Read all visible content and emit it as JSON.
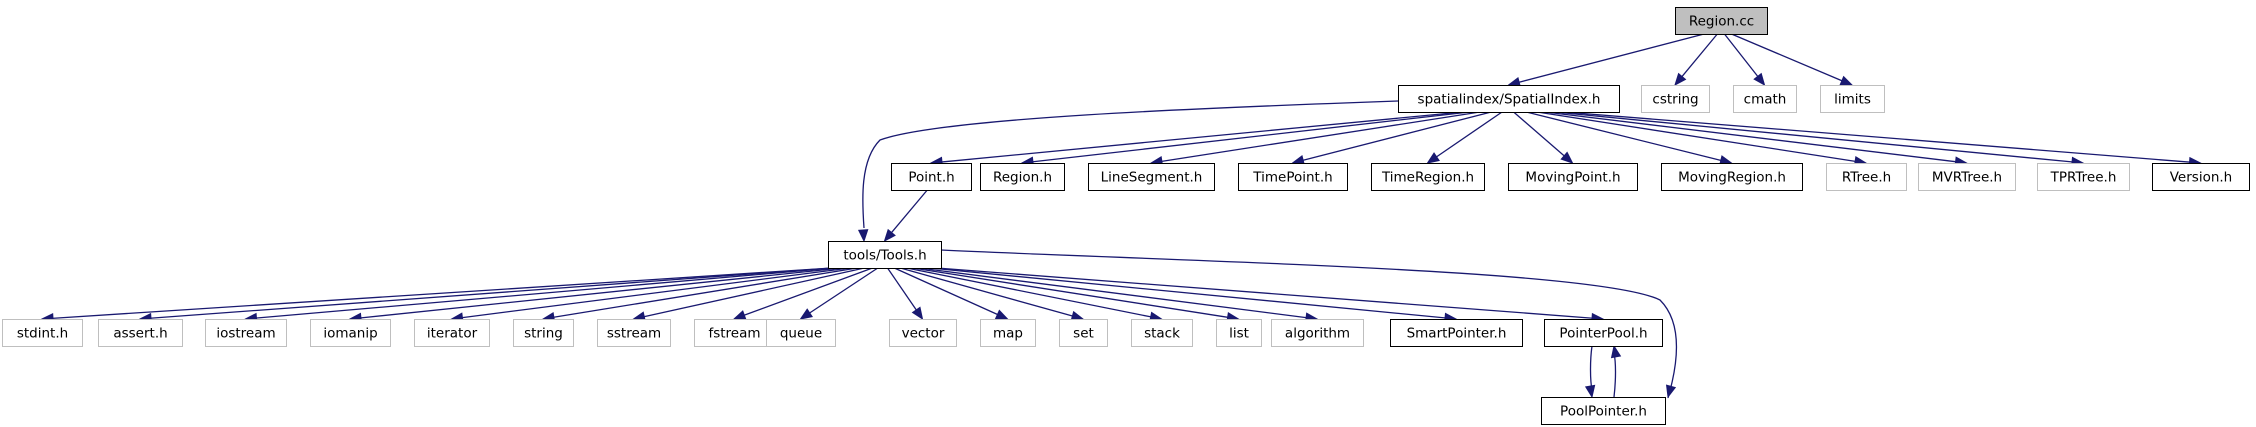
{
  "colors": {
    "edge": "#191970",
    "root_fill": "#bfbfbf",
    "documented_border": "#000000",
    "external_border": "#bfbfbf",
    "node_fill": "#ffffff"
  },
  "nodes": [
    {
      "id": "region_cc",
      "label": "Region.cc",
      "kind": "root"
    },
    {
      "id": "spatialindex_h",
      "label": "spatialindex/SpatialIndex.h",
      "kind": "documented"
    },
    {
      "id": "cstring",
      "label": "cstring",
      "kind": "external"
    },
    {
      "id": "cmath",
      "label": "cmath",
      "kind": "external"
    },
    {
      "id": "limits",
      "label": "limits",
      "kind": "external"
    },
    {
      "id": "point_h",
      "label": "Point.h",
      "kind": "documented"
    },
    {
      "id": "region_h",
      "label": "Region.h",
      "kind": "documented"
    },
    {
      "id": "linesegment_h",
      "label": "LineSegment.h",
      "kind": "documented"
    },
    {
      "id": "timepoint_h",
      "label": "TimePoint.h",
      "kind": "documented"
    },
    {
      "id": "timeregion_h",
      "label": "TimeRegion.h",
      "kind": "documented"
    },
    {
      "id": "movingpoint_h",
      "label": "MovingPoint.h",
      "kind": "documented"
    },
    {
      "id": "movingregion_h",
      "label": "MovingRegion.h",
      "kind": "documented"
    },
    {
      "id": "rtree_h",
      "label": "RTree.h",
      "kind": "external"
    },
    {
      "id": "mvrtree_h",
      "label": "MVRTree.h",
      "kind": "external"
    },
    {
      "id": "tprtree_h",
      "label": "TPRTree.h",
      "kind": "external"
    },
    {
      "id": "version_h",
      "label": "Version.h",
      "kind": "documented"
    },
    {
      "id": "tools_h",
      "label": "tools/Tools.h",
      "kind": "documented"
    },
    {
      "id": "stdint_h",
      "label": "stdint.h",
      "kind": "external"
    },
    {
      "id": "assert_h",
      "label": "assert.h",
      "kind": "external"
    },
    {
      "id": "iostream",
      "label": "iostream",
      "kind": "external"
    },
    {
      "id": "iomanip",
      "label": "iomanip",
      "kind": "external"
    },
    {
      "id": "iterator",
      "label": "iterator",
      "kind": "external"
    },
    {
      "id": "string",
      "label": "string",
      "kind": "external"
    },
    {
      "id": "sstream",
      "label": "sstream",
      "kind": "external"
    },
    {
      "id": "fstream",
      "label": "fstream",
      "kind": "external"
    },
    {
      "id": "queue",
      "label": "queue",
      "kind": "external"
    },
    {
      "id": "vector",
      "label": "vector",
      "kind": "external"
    },
    {
      "id": "map",
      "label": "map",
      "kind": "external"
    },
    {
      "id": "set",
      "label": "set",
      "kind": "external"
    },
    {
      "id": "stack",
      "label": "stack",
      "kind": "external"
    },
    {
      "id": "list",
      "label": "list",
      "kind": "external"
    },
    {
      "id": "algorithm",
      "label": "algorithm",
      "kind": "external"
    },
    {
      "id": "smartpointer_h",
      "label": "SmartPointer.h",
      "kind": "documented"
    },
    {
      "id": "pointerpool_h",
      "label": "PointerPool.h",
      "kind": "documented"
    },
    {
      "id": "poolpointer_h",
      "label": "PoolPointer.h",
      "kind": "documented"
    }
  ],
  "edges": [
    {
      "from": "region_cc",
      "to": "spatialindex_h"
    },
    {
      "from": "region_cc",
      "to": "cstring"
    },
    {
      "from": "region_cc",
      "to": "cmath"
    },
    {
      "from": "region_cc",
      "to": "limits"
    },
    {
      "from": "spatialindex_h",
      "to": "tools_h"
    },
    {
      "from": "spatialindex_h",
      "to": "point_h"
    },
    {
      "from": "spatialindex_h",
      "to": "region_h"
    },
    {
      "from": "spatialindex_h",
      "to": "linesegment_h"
    },
    {
      "from": "spatialindex_h",
      "to": "timepoint_h"
    },
    {
      "from": "spatialindex_h",
      "to": "timeregion_h"
    },
    {
      "from": "spatialindex_h",
      "to": "movingpoint_h"
    },
    {
      "from": "spatialindex_h",
      "to": "movingregion_h"
    },
    {
      "from": "spatialindex_h",
      "to": "rtree_h"
    },
    {
      "from": "spatialindex_h",
      "to": "mvrtree_h"
    },
    {
      "from": "spatialindex_h",
      "to": "tprtree_h"
    },
    {
      "from": "spatialindex_h",
      "to": "version_h"
    },
    {
      "from": "point_h",
      "to": "tools_h"
    },
    {
      "from": "tools_h",
      "to": "stdint_h"
    },
    {
      "from": "tools_h",
      "to": "assert_h"
    },
    {
      "from": "tools_h",
      "to": "iostream"
    },
    {
      "from": "tools_h",
      "to": "iomanip"
    },
    {
      "from": "tools_h",
      "to": "iterator"
    },
    {
      "from": "tools_h",
      "to": "string"
    },
    {
      "from": "tools_h",
      "to": "sstream"
    },
    {
      "from": "tools_h",
      "to": "fstream"
    },
    {
      "from": "tools_h",
      "to": "queue"
    },
    {
      "from": "tools_h",
      "to": "vector"
    },
    {
      "from": "tools_h",
      "to": "map"
    },
    {
      "from": "tools_h",
      "to": "set"
    },
    {
      "from": "tools_h",
      "to": "stack"
    },
    {
      "from": "tools_h",
      "to": "list"
    },
    {
      "from": "tools_h",
      "to": "algorithm"
    },
    {
      "from": "tools_h",
      "to": "smartpointer_h"
    },
    {
      "from": "tools_h",
      "to": "pointerpool_h"
    },
    {
      "from": "tools_h",
      "to": "poolpointer_h"
    },
    {
      "from": "pointerpool_h",
      "to": "poolpointer_h"
    },
    {
      "from": "poolpointer_h",
      "to": "pointerpool_h"
    }
  ]
}
